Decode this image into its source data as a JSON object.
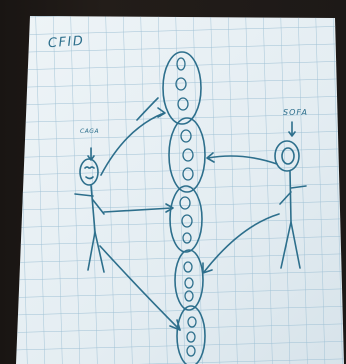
{
  "title": "CFID",
  "people": [
    {
      "id": "left",
      "name": "CAGA"
    },
    {
      "id": "right",
      "name": "SOFA"
    }
  ],
  "colors": {
    "ink": "#2d6f8c",
    "paper": "#e6eef2",
    "grid": "#9ec0d4",
    "background": "#1e1a18"
  }
}
